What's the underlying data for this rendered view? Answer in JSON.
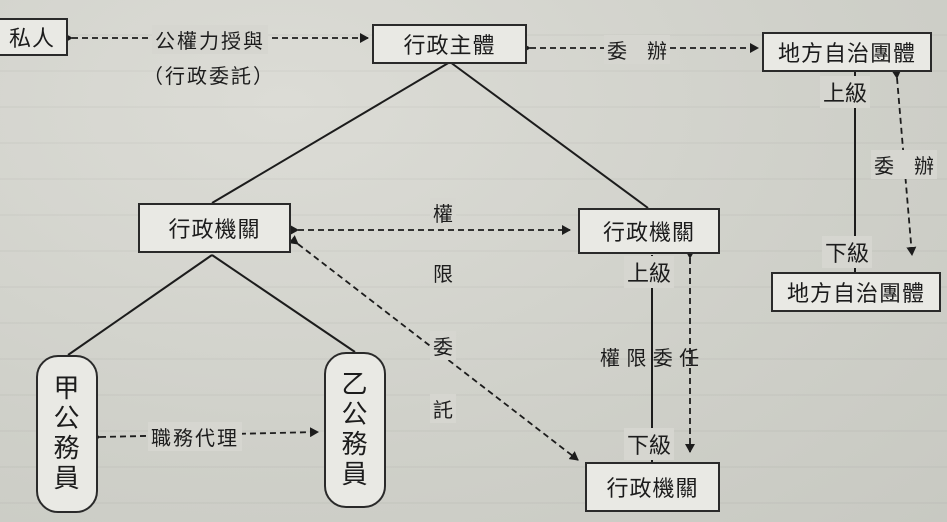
{
  "nodes": {
    "private_person": "私人",
    "admin_subject": "行政主體",
    "local_gov_upper": "地方自治團體",
    "local_gov_lower": "地方自治團體",
    "admin_agency_left": "行政機關",
    "admin_agency_right": "行政機關",
    "admin_agency_bottom": "行政機關",
    "civil_servant_a": [
      "甲",
      "公",
      "務",
      "員"
    ],
    "civil_servant_b": [
      "乙",
      "公",
      "務",
      "員"
    ]
  },
  "edges": {
    "public_power_grant": "公權力授與",
    "admin_entrustment": "（行政委託）",
    "commission_top": "委　辦",
    "commission_side": "委　辦",
    "authority_entrust": [
      "權",
      "限",
      "委",
      "託"
    ],
    "authority_delegate": "權 限 委 任",
    "duty_proxy": "職務代理"
  },
  "levels": {
    "upper_local": "上級",
    "lower_local": "下級",
    "upper_agency": "上級",
    "lower_agency": "下級"
  }
}
